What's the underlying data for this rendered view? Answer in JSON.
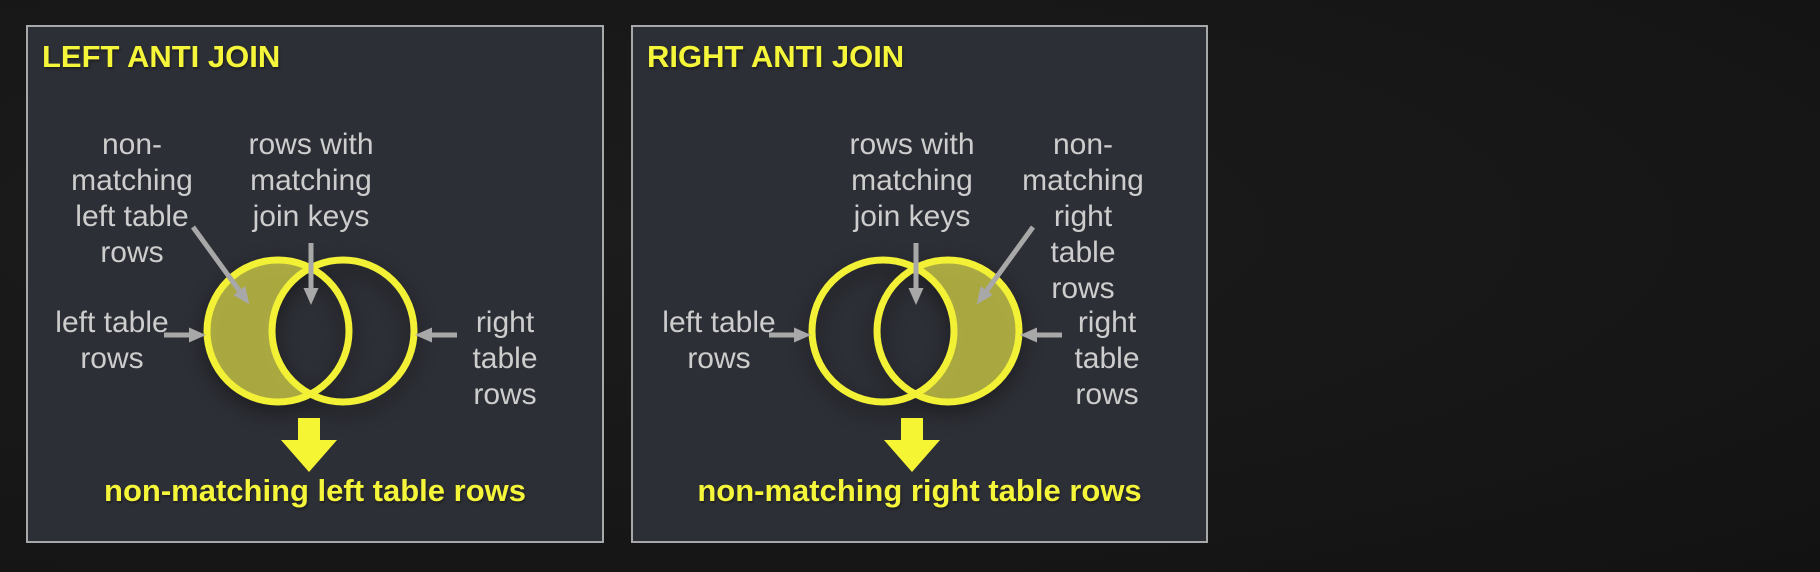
{
  "colors": {
    "page_background": "#181818",
    "panel_background": "#2d2f36",
    "panel_border": "#a7a8aa",
    "accent_yellow": "#f5f53a",
    "circle_stroke": "#f2f135",
    "highlight_fill": "#afae46",
    "label_gray": "#cdcdcd",
    "arrow_gray": "#a8a8a8"
  },
  "panels": [
    {
      "title": "LEFT ANTI JOIN",
      "caption": "non-matching left table rows",
      "highlighted_region": "left-only",
      "labels": {
        "non_matching": "non-\nmatching\nleft table\nrows",
        "matching_keys": "rows with\nmatching\njoin keys",
        "left_table": "left table\nrows",
        "right_table": "right table\nrows"
      }
    },
    {
      "title": "RIGHT ANTI JOIN",
      "caption": "non-matching right table rows",
      "highlighted_region": "right-only",
      "labels": {
        "non_matching": "non-\nmatching\nright table\nrows",
        "matching_keys": "rows with\nmatching\njoin keys",
        "left_table": "left table\nrows",
        "right_table": "right table\nrows"
      }
    }
  ]
}
